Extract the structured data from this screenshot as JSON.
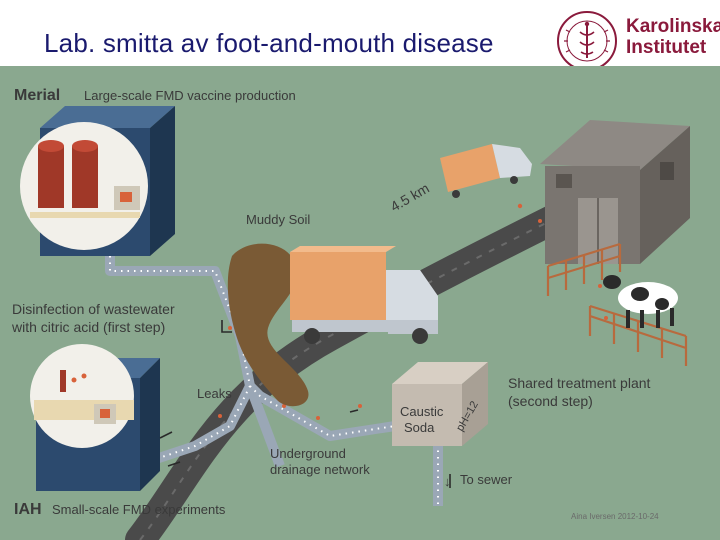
{
  "slide": {
    "title": "Lab. smitta av foot-and-mouth disease",
    "footer": "Aina Iversen 2012-10-24"
  },
  "logo": {
    "line1": "Karolinska",
    "line2": "Institutet"
  },
  "diagram": {
    "merial_name": "Merial",
    "merial_desc": "Large-scale FMD vaccine production",
    "distance": "4.5 km",
    "muddy_soil": "Muddy Soil",
    "disinfection_line1": "Disinfection of wastewater",
    "disinfection_line2": "with citric acid (first step)",
    "leaks": "Leaks",
    "caustic_line1": "Caustic",
    "caustic_line2": "Soda",
    "ph": "pH=12",
    "treatment_line1": "Shared treatment plant",
    "treatment_line2": "(second step)",
    "underground_line1": "Underground",
    "underground_line2": "drainage network",
    "to_sewer": "To sewer",
    "iah_name": "IAH",
    "iah_desc": "Small-scale FMD experiments"
  },
  "colors": {
    "background": "#8aa88f",
    "title": "#1a1a6e",
    "ki_brand": "#8a1a3c",
    "lab_box": "#2c4a6e",
    "truck": "#e8a26a",
    "soil": "#7a5a35",
    "pipe": "#9aa7b6",
    "road": "#4a4a4a",
    "barn": "#7a7570"
  }
}
